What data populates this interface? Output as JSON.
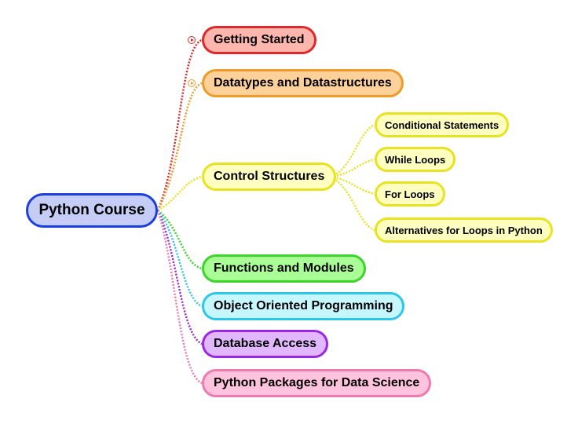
{
  "root": {
    "label": "Python Course",
    "color": "#1a3fe0"
  },
  "topics": [
    {
      "label": "Getting Started",
      "color": "#e0282c",
      "has_link": true
    },
    {
      "label": "Datatypes and Datastructures",
      "color": "#f09a2a",
      "has_link": true
    },
    {
      "label": "Control Structures",
      "color": "#e9e21f",
      "children": [
        "Conditional Statements",
        "While Loops",
        "For Loops",
        "Alternatives for Loops in Python"
      ]
    },
    {
      "label": "Functions and Modules",
      "color": "#3ed42b"
    },
    {
      "label": "Object Oriented Programming",
      "color": "#2ec6ea"
    },
    {
      "label": "Database Access",
      "color": "#9a28e0"
    },
    {
      "label": "Python Packages for Data Science",
      "color": "#f07ab0"
    }
  ],
  "icons": {
    "link": "play-circle-icon"
  }
}
